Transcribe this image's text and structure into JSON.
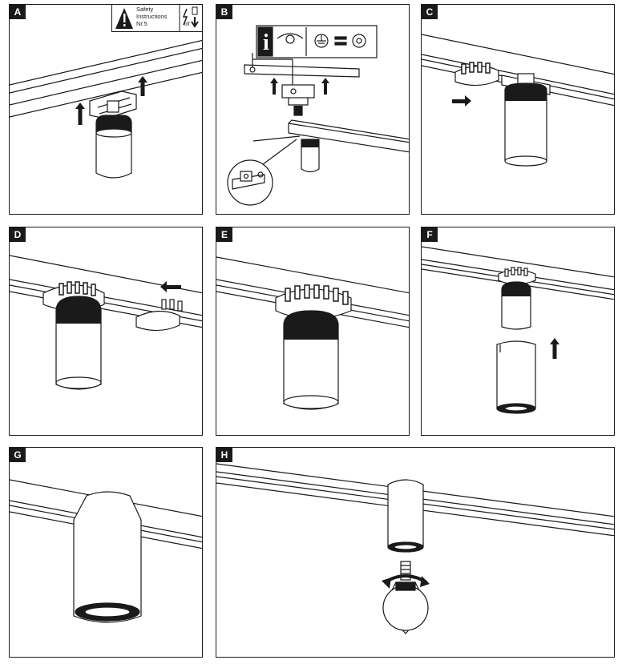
{
  "panels": [
    {
      "id": "a",
      "label": "A"
    },
    {
      "id": "b",
      "label": "B"
    },
    {
      "id": "c",
      "label": "C"
    },
    {
      "id": "d",
      "label": "D"
    },
    {
      "id": "e",
      "label": "E"
    },
    {
      "id": "f",
      "label": "F"
    },
    {
      "id": "g",
      "label": "G"
    },
    {
      "id": "h",
      "label": "H"
    }
  ],
  "safety_notice": {
    "line1": "Safety",
    "line2": "Instructions",
    "line3": "Nr.5",
    "switch_label": "off",
    "icons": [
      "warning-triangle-icon",
      "lightning-icon",
      "arrow-down-icon"
    ]
  },
  "info_bar": {
    "icons": [
      "info-icon",
      "eye-icon",
      "ground-symbol-icon",
      "equals-icon",
      "circle-target-icon"
    ]
  },
  "colors": {
    "line": "#1a1a1a",
    "background": "#ffffff",
    "label_bg": "#1a1a1a"
  }
}
